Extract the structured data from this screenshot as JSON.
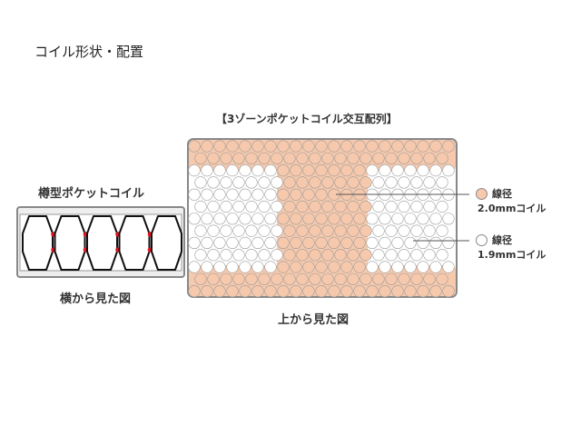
{
  "title": "コイル形状・配置",
  "zone_title": "【3ゾーンポケットコイル交互配列】",
  "barrel_title": "樽型ポケットコイル",
  "side_caption": "横から見た図",
  "top_caption": "上から見た図",
  "legend": [
    {
      "label": "線径",
      "sub": "2.0mmコイル",
      "color": "#f6c9ad"
    },
    {
      "label": "線径",
      "sub": "1.9mmコイル",
      "color": "#ffffff"
    }
  ],
  "colors": {
    "thick": "#f6c9ad",
    "thin": "#ffffff",
    "outline": "#888888",
    "joint": "#e8101c"
  }
}
